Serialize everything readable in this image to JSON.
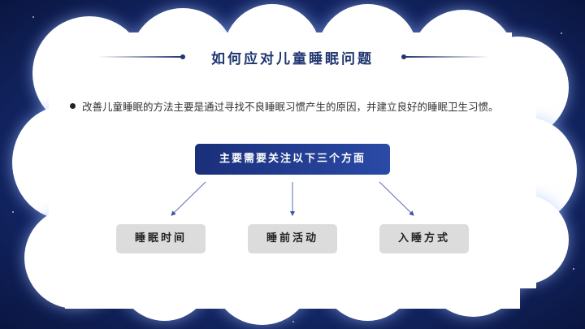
{
  "title": "如何应对儿童睡眠问题",
  "body_text": "改善儿童睡眠的方法主要是通过寻找不良睡眠习惯产生的原因，并建立良好的睡眠卫生习惯。",
  "main_box": "主要需要关注以下三个方面",
  "aspects": [
    "睡眠时间",
    "睡前活动",
    "入睡方式"
  ],
  "colors": {
    "accent": "#1f3570",
    "box_gray": "#dcdcdc"
  }
}
